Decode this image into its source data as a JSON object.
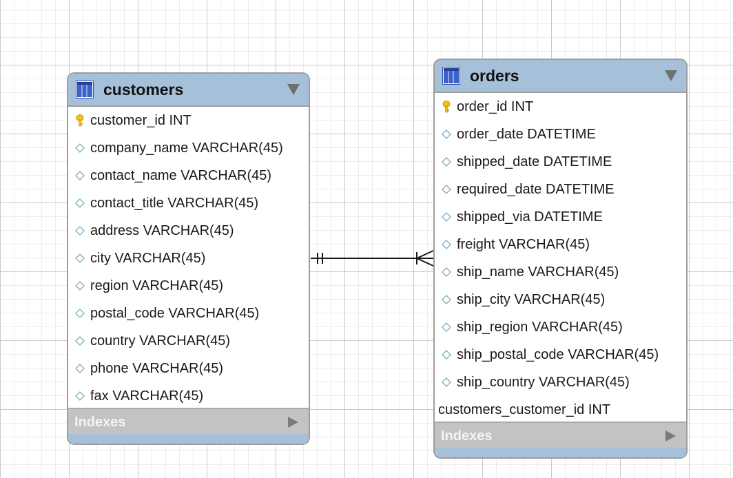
{
  "tables": {
    "customers": {
      "name": "customers",
      "columns": [
        {
          "label": "customer_id INT",
          "kind": "primary-key"
        },
        {
          "label": "company_name VARCHAR(45)",
          "kind": "column"
        },
        {
          "label": "contact_name VARCHAR(45)",
          "kind": "column"
        },
        {
          "label": "contact_title VARCHAR(45)",
          "kind": "column"
        },
        {
          "label": "address VARCHAR(45)",
          "kind": "column"
        },
        {
          "label": "city VARCHAR(45)",
          "kind": "column"
        },
        {
          "label": "region VARCHAR(45)",
          "kind": "column"
        },
        {
          "label": "postal_code VARCHAR(45)",
          "kind": "column"
        },
        {
          "label": "country VARCHAR(45)",
          "kind": "column"
        },
        {
          "label": "phone VARCHAR(45)",
          "kind": "column"
        },
        {
          "label": "fax VARCHAR(45)",
          "kind": "column"
        }
      ],
      "indexes_label": "Indexes"
    },
    "orders": {
      "name": "orders",
      "columns": [
        {
          "label": "order_id INT",
          "kind": "primary-key"
        },
        {
          "label": "order_date DATETIME",
          "kind": "column"
        },
        {
          "label": "shipped_date DATETIME",
          "kind": "column"
        },
        {
          "label": "required_date DATETIME",
          "kind": "column"
        },
        {
          "label": "shipped_via DATETIME",
          "kind": "column"
        },
        {
          "label": "freight VARCHAR(45)",
          "kind": "column"
        },
        {
          "label": "ship_name VARCHAR(45)",
          "kind": "column"
        },
        {
          "label": "ship_city VARCHAR(45)",
          "kind": "column"
        },
        {
          "label": "ship_region VARCHAR(45)",
          "kind": "column"
        },
        {
          "label": "ship_postal_code VARCHAR(45)",
          "kind": "column"
        },
        {
          "label": "ship_country VARCHAR(45)",
          "kind": "column"
        },
        {
          "label": "customers_customer_id INT",
          "kind": "foreign-key"
        }
      ],
      "indexes_label": "Indexes"
    }
  },
  "relationship": {
    "from": "customers",
    "to": "orders",
    "from_cardinality": "one-and-only-one",
    "to_cardinality": "one-or-many"
  },
  "colors": {
    "header": "#a7c0d9",
    "indexes_bar": "#c3c3c3",
    "key_icon": "#f0c419",
    "column_icon": "#7fb3c8",
    "table_icon": "#3a63c9"
  },
  "icons": {
    "table": "table-icon",
    "primary_key": "key-icon",
    "column": "diamond-icon",
    "collapse": "triangle-down-icon",
    "expand_indexes": "triangle-right-icon"
  }
}
